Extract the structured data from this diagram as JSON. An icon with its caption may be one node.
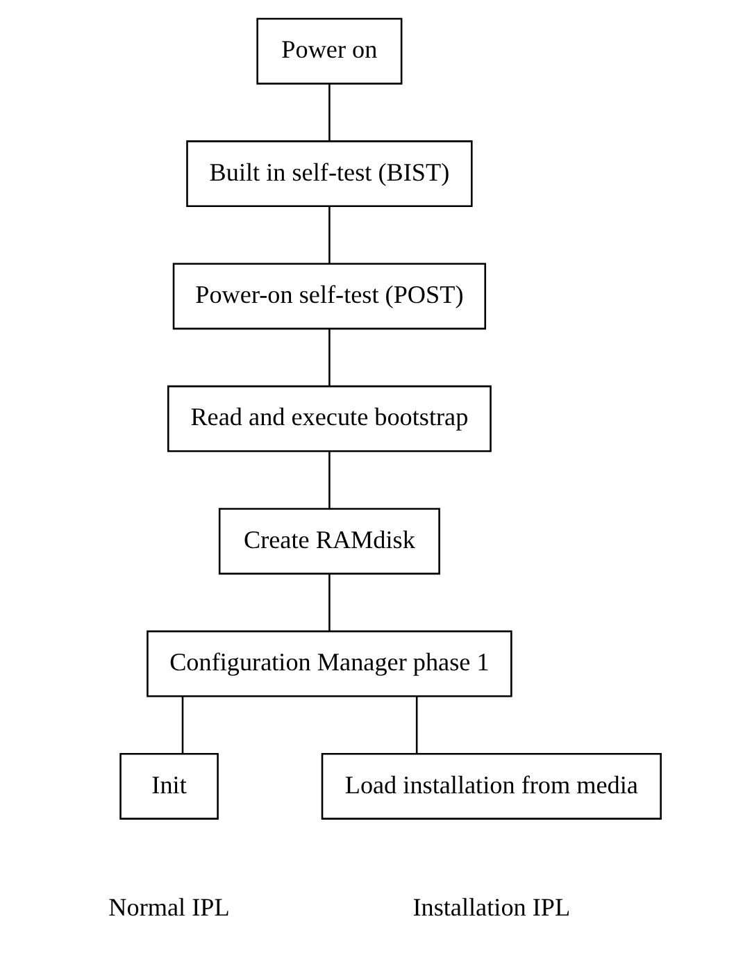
{
  "diagram": {
    "nodes": [
      {
        "text": [
          "Power on"
        ]
      },
      {
        "text": [
          "Built in self-test (BIST)"
        ]
      },
      {
        "text": [
          "Power-on self-test (POST)"
        ]
      },
      {
        "text": [
          "Read and execute bootstrap"
        ]
      },
      {
        "text": [
          "Create RAMdisk"
        ]
      },
      {
        "text": [
          "Configuration Manager phase 1"
        ]
      },
      {
        "text": [
          "Init"
        ],
        "beside": [
          "Normal IPL"
        ]
      },
      {
        "text": [
          "Load installation from media"
        ],
        "beside": [
          "Installation IPL"
        ]
      }
    ],
    "edges": [
      {
        "from": 0,
        "to": 1,
        "arrow": "none"
      },
      {
        "from": 1,
        "to": 2,
        "arrow": "none"
      },
      {
        "from": 2,
        "to": 3,
        "arrow": "none"
      },
      {
        "from": 3,
        "to": 4,
        "arrow": "none"
      },
      {
        "from": 4,
        "to": 5,
        "arrow": "none"
      },
      {
        "from": 5,
        "to": 6,
        "arrow": "none"
      },
      {
        "from": 5,
        "to": 7,
        "arrow": "none"
      }
    ]
  }
}
